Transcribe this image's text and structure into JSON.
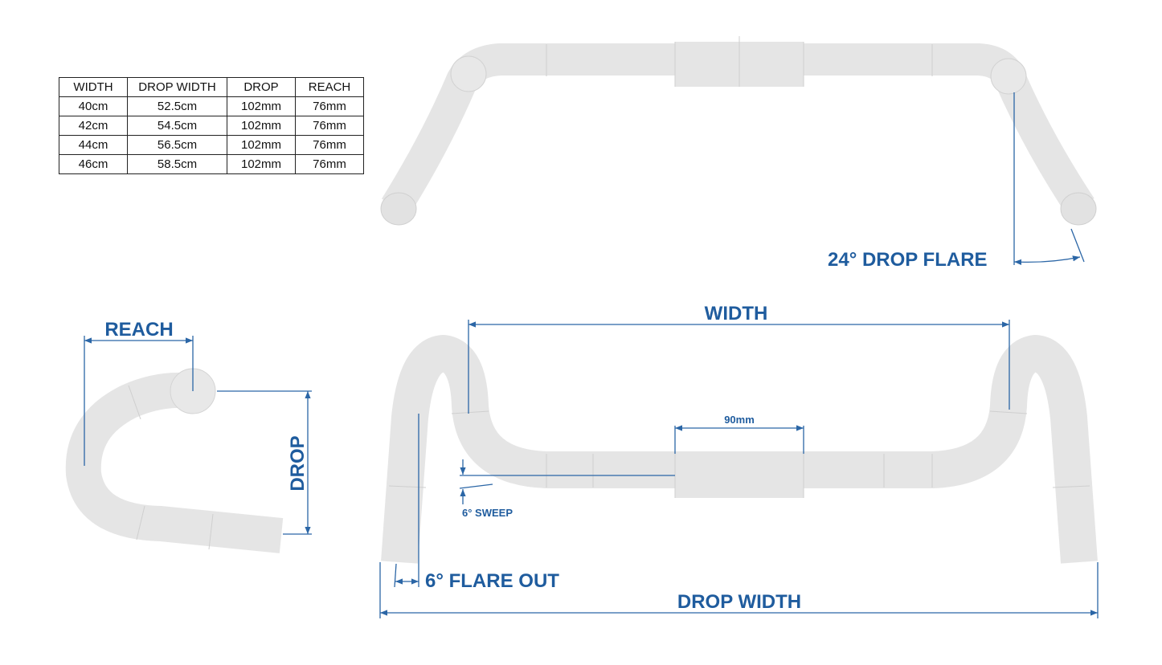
{
  "table": {
    "headers": [
      "WIDTH",
      "DROP WIDTH",
      "DROP",
      "REACH"
    ],
    "rows": [
      [
        "40cm",
        "52.5cm",
        "102mm",
        "76mm"
      ],
      [
        "42cm",
        "54.5cm",
        "102mm",
        "76mm"
      ],
      [
        "44cm",
        "56.5cm",
        "102mm",
        "76mm"
      ],
      [
        "46cm",
        "58.5cm",
        "102mm",
        "76mm"
      ]
    ]
  },
  "labels": {
    "drop_flare": "24° DROP FLARE",
    "width": "WIDTH",
    "center": "90mm",
    "sweep": "6° SWEEP",
    "flare_out": "6° FLARE OUT",
    "drop_width": "DROP WIDTH",
    "reach": "REACH",
    "drop": "DROP"
  },
  "colors": {
    "accent": "#1f5c9e",
    "bar": "#e5e5e5"
  }
}
